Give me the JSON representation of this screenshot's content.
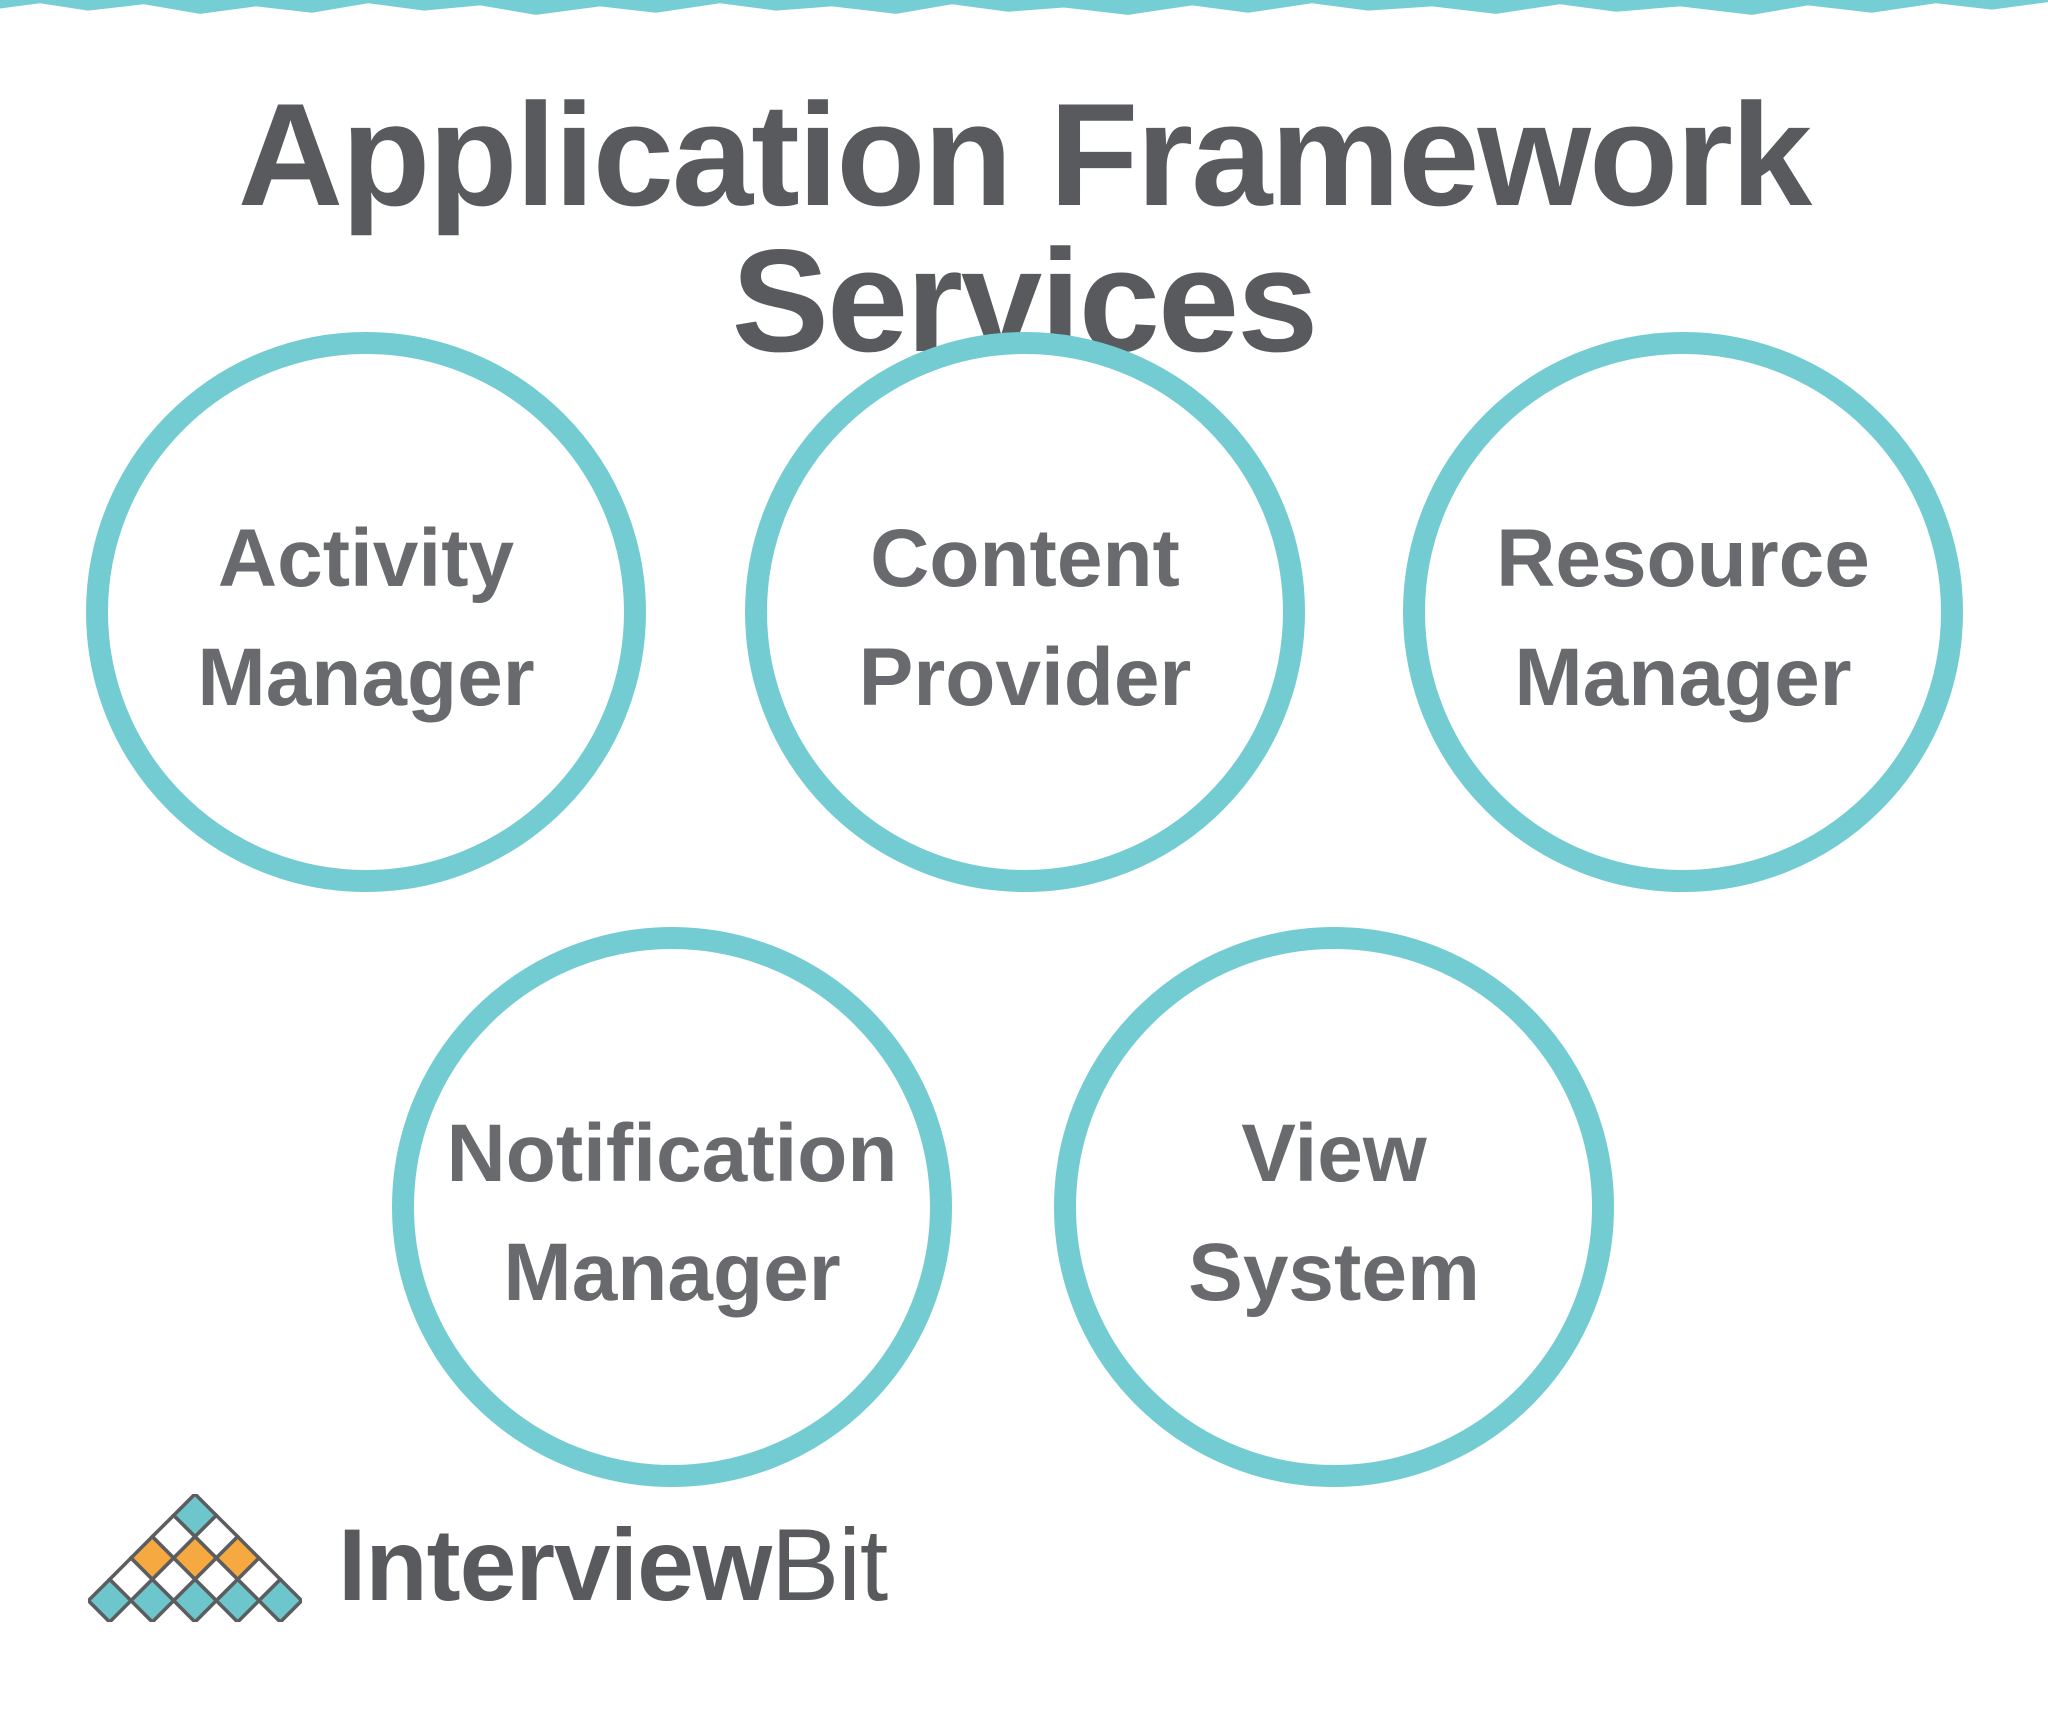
{
  "title": "Application Framework Services",
  "circles": [
    {
      "line1": "Activity",
      "line2": "Manager"
    },
    {
      "line1": "Content",
      "line2": "Provider"
    },
    {
      "line1": "Resource",
      "line2": "Manager"
    },
    {
      "line1": "Notification",
      "line2": "Manager"
    },
    {
      "line1": "View",
      "line2": "System"
    }
  ],
  "logo": {
    "brand_bold": "Interview",
    "brand_light": "Bit"
  },
  "colors": {
    "circle_border_teal": "#74ccd3",
    "zigzag_teal": "#76ced5",
    "title_gray": "#595a5d",
    "label_gray": "#696a6d",
    "logo_diamond_teal": "#6ec6cd",
    "logo_diamond_orange": "#f7a941",
    "logo_outline_gray": "#5c5d5f",
    "background": "#ffffff"
  }
}
